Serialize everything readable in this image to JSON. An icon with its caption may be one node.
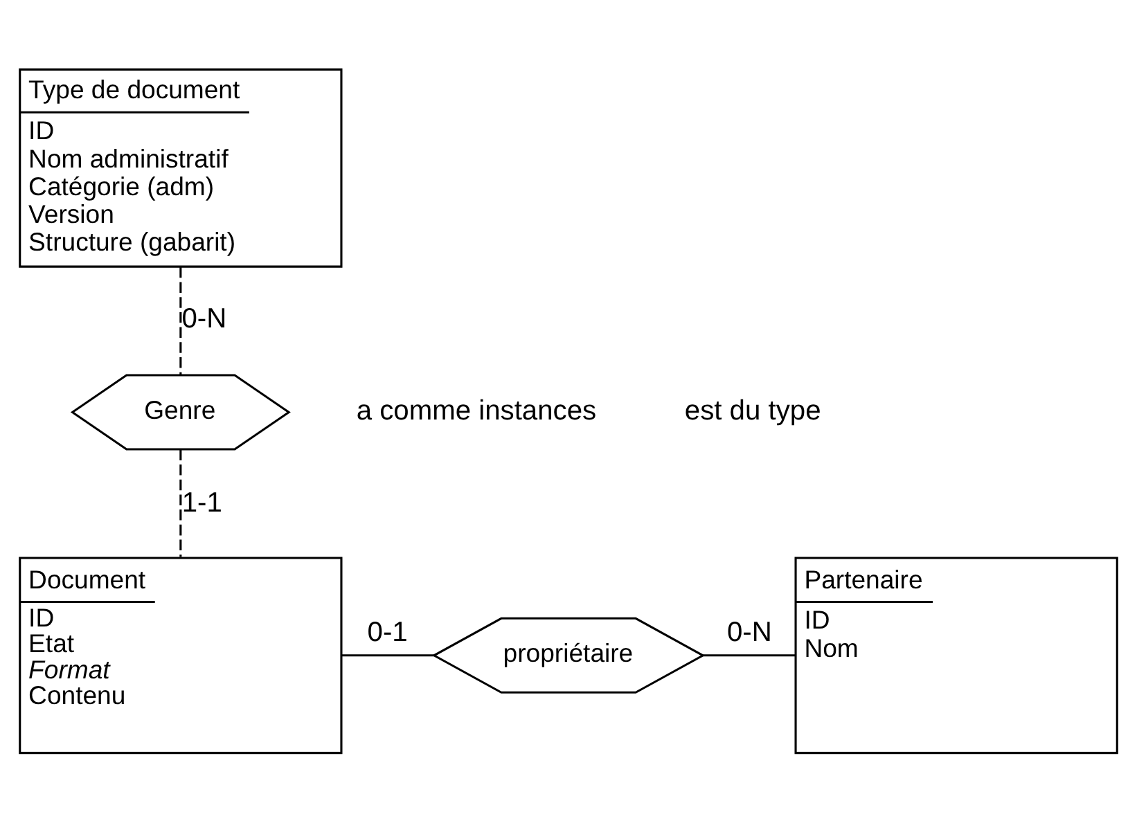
{
  "diagram": {
    "nodes": [
      {
        "text": [
          "Type de document",
          "ID",
          "Nom administratif",
          "Catégorie (adm)",
          "Version",
          "Structure (gabarit)"
        ]
      },
      {
        "text": [
          "Genre"
        ]
      },
      {
        "text": [
          "Document",
          "ID",
          "Etat",
          "*Format*",
          "Contenu"
        ]
      },
      {
        "text": [
          "propriétaire"
        ]
      },
      {
        "text": [
          "Partenaire",
          "ID",
          "Nom"
        ]
      }
    ],
    "edges": [
      {
        "from": 0,
        "to": 1,
        "arrow": "none",
        "label": "0-N",
        "style": "dashed"
      },
      {
        "from": 1,
        "to": 2,
        "arrow": "none",
        "label": "1-1",
        "style": "dashed"
      },
      {
        "from": 2,
        "to": 3,
        "arrow": "none",
        "label": "0-1"
      },
      {
        "from": 3,
        "to": 4,
        "arrow": "none",
        "label": "0-N"
      }
    ],
    "labels": [
      "a comme instances",
      "est du type"
    ]
  }
}
